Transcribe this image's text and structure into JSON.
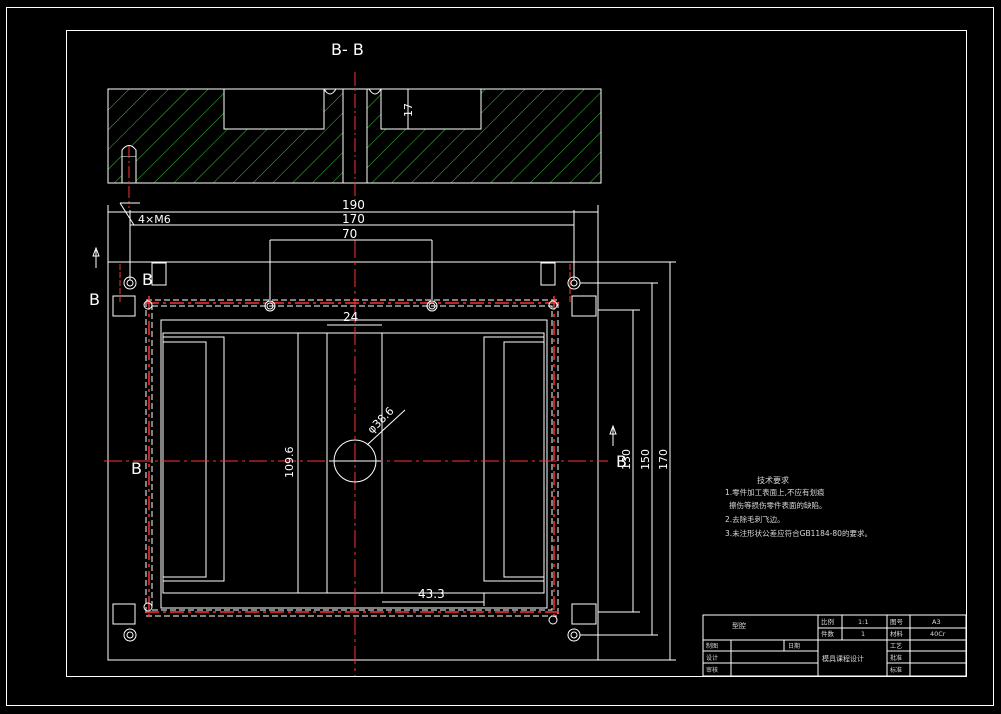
{
  "section_title": "B- B",
  "section_marks": {
    "top_left_label": "B",
    "left_label": "B",
    "mid_left_label": "B",
    "right_label": "B"
  },
  "dimensions": {
    "pocket_depth": "17",
    "overall_width": "190",
    "hole_spacing_outer": "170",
    "hole_spacing_inner": "70",
    "center_slot_width": "24",
    "bore_diameter": "φ38.6",
    "inner_height": "109.6",
    "height_inner": "130",
    "height_mid": "150",
    "height_outer": "170",
    "slot_offset": "43.3",
    "thread_callout": "4×M6"
  },
  "technical_notes": {
    "heading": "技术要求",
    "items": [
      "1.零件加工表面上,不应有划痕",
      "擦伤等损伤零件表面的缺陷。",
      "2.去除毛刺飞边。",
      "3.未注形状公差应符合GB1184-80的要求。"
    ]
  },
  "title_block": {
    "part_name": "型腔",
    "scale_label": "比例",
    "scale_value": "1:1",
    "sheet_label": "图号",
    "sheet_value": "A3",
    "qty_label": "件数",
    "qty_value": "1",
    "material_label": "材料",
    "material_value": "40Cr",
    "drawn_by_label": "制图",
    "date_label": "日期",
    "design_label": "设计",
    "review_label": "审核",
    "project_title": "模具课程设计",
    "process_label": "工艺",
    "approve_label": "批准",
    "standard_label": "标准"
  },
  "colors": {
    "background": "#000000",
    "outline": "#ffffff",
    "hatch": "#39c239",
    "centerline": "#ff3030",
    "text": "#ffffff"
  }
}
